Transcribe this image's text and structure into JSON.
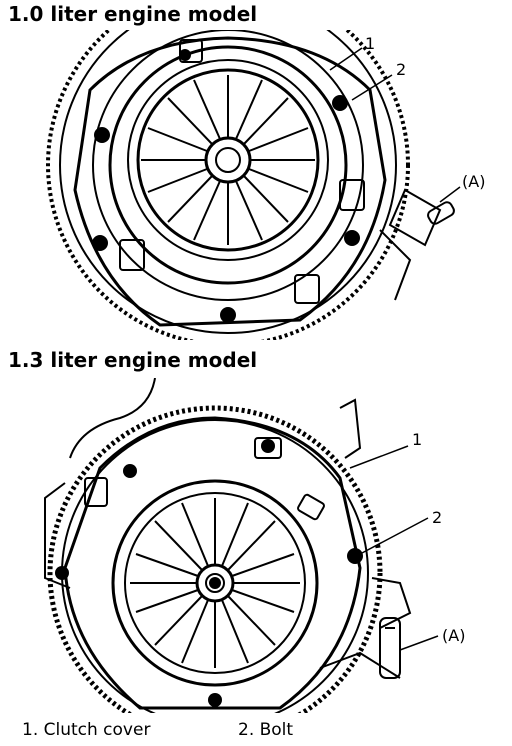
{
  "sections": [
    {
      "heading": "1.0 liter engine model",
      "callouts": {
        "one": "1",
        "two": "2",
        "a": "(A)"
      }
    },
    {
      "heading": "1.3 liter engine model",
      "callouts": {
        "one": "1",
        "two": "2",
        "a": "(A)"
      }
    }
  ],
  "legend": {
    "item1": "1. Clutch cover",
    "item2": "2. Bolt"
  }
}
